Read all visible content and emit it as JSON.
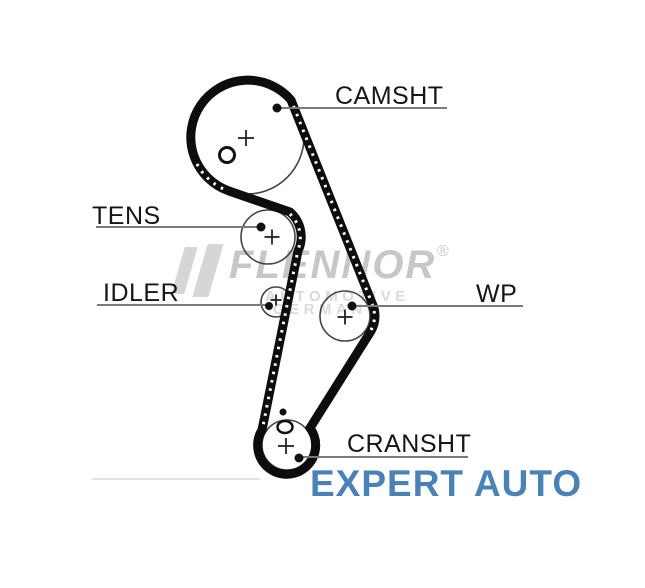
{
  "diagram": {
    "labels": {
      "camshaft": "CAMSHT",
      "tensioner": "TENS",
      "idler": "IDLER",
      "water_pump": "WP",
      "crankshaft": "CRANSHT"
    }
  },
  "watermark": {
    "brand": "FLENNOR",
    "registered": "®",
    "line1": "AUTOMOTIVE",
    "line2": "GERMANY"
  },
  "footer": {
    "text": "EXPERT AUTO"
  },
  "colors": {
    "belt": "#0d0d0d",
    "pulley_outline": "#444444",
    "leader_line": "#7a7a7a",
    "label_text": "#161616",
    "watermark_gray": "#c7c7c7",
    "footer_blue": "#4a81b6"
  }
}
